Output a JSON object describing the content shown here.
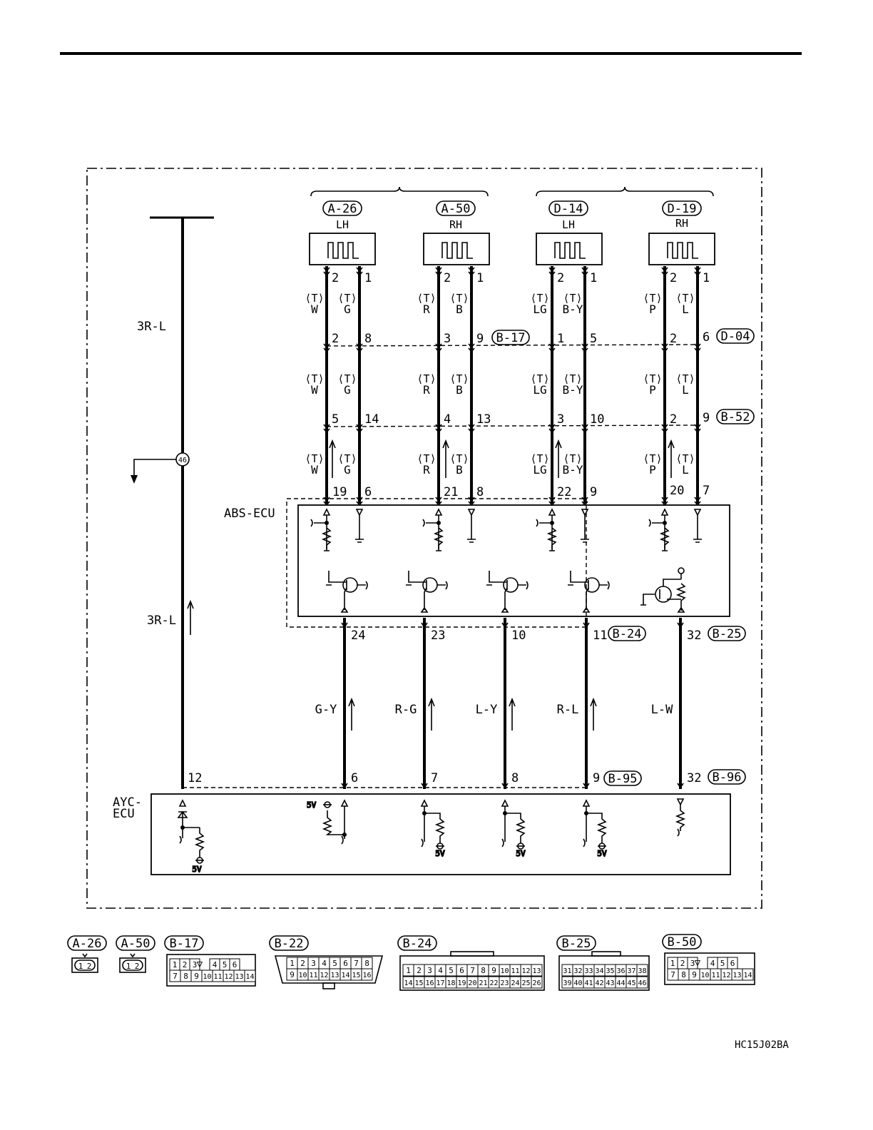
{
  "figure_code": "HC15J02BA",
  "sensors": [
    {
      "conn": "A-26",
      "side": "LH",
      "pins": [
        "2",
        "1"
      ]
    },
    {
      "conn": "A-50",
      "side": "RH",
      "pins": [
        "2",
        "1"
      ]
    },
    {
      "conn": "D-14",
      "side": "LH",
      "pins": [
        "2",
        "1"
      ]
    },
    {
      "conn": "D-19",
      "side": "RH",
      "pins": [
        "2",
        "1"
      ]
    }
  ],
  "tw": "⟨T⟩",
  "seg1_colors": [
    "W",
    "G",
    "R",
    "B",
    "LG",
    "B-Y",
    "P",
    "L"
  ],
  "seg2_colors": [
    "W",
    "G",
    "R",
    "B",
    "LG",
    "B-Y",
    "P",
    "L"
  ],
  "seg3_colors": [
    "W",
    "G",
    "R",
    "B",
    "LG",
    "B-Y",
    "P",
    "L"
  ],
  "row1_pins": [
    "2",
    "8",
    "3",
    "9",
    "1",
    "5",
    "2",
    "6"
  ],
  "row2_pins": [
    "5",
    "14",
    "4",
    "13",
    "3",
    "10",
    "2",
    "9"
  ],
  "row3_pins": [
    "19",
    "6",
    "21",
    "8",
    "22",
    "9",
    "20",
    "7"
  ],
  "row1_conns": [
    "B-17",
    "D-04"
  ],
  "row2_conn": "B-52",
  "ground_wire": {
    "color": "3R-L",
    "junction": "46",
    "ayc_pin": "12"
  },
  "abs_label": "ABS-ECU",
  "ayc_label": [
    "AYC-",
    "ECU"
  ],
  "v5": "5V",
  "lower_wires": [
    {
      "top_pin": "24",
      "color": "G-Y",
      "bottom_pin": "6"
    },
    {
      "top_pin": "23",
      "color": "R-G",
      "bottom_pin": "7"
    },
    {
      "top_pin": "10",
      "color": "L-Y",
      "bottom_pin": "8"
    },
    {
      "top_pin": "11",
      "color": "R-L",
      "bottom_pin": "9"
    },
    {
      "top_pin": "32",
      "color": "L-W",
      "bottom_pin": "32"
    }
  ],
  "lower_conns": {
    "top_a": "B-24",
    "top_b": "B-25",
    "bot_a": "B-95",
    "bot_b": "B-96"
  },
  "legend_conns": [
    "A-26",
    "A-50",
    "B-17",
    "B-22",
    "B-24",
    "B-25",
    "B-50"
  ],
  "legend_pins_a": [
    "1",
    "2"
  ],
  "b17_rows": [
    [
      "1",
      "2",
      "3",
      "▽",
      "4",
      "5",
      "6"
    ],
    [
      "7",
      "8",
      "9",
      "10",
      "11",
      "12",
      "13",
      "14"
    ]
  ],
  "b22_rows": [
    [
      "1",
      "2",
      "3",
      "4",
      "5",
      "6",
      "7",
      "8"
    ],
    [
      "9",
      "10",
      "11",
      "12",
      "13",
      "14",
      "15",
      "16"
    ]
  ],
  "b24_rows": [
    [
      "1",
      "2",
      "3",
      "4",
      "5",
      "6",
      "7",
      "8",
      "9",
      "10",
      "11",
      "12",
      "13"
    ],
    [
      "14",
      "15",
      "16",
      "17",
      "18",
      "19",
      "20",
      "21",
      "22",
      "23",
      "24",
      "25",
      "26"
    ]
  ],
  "b25_rows": [
    [
      "31",
      "32",
      "33",
      "34",
      "35",
      "36",
      "37",
      "38"
    ],
    [
      "39",
      "40",
      "41",
      "42",
      "43",
      "44",
      "45",
      "46"
    ]
  ],
  "b50_rows": [
    [
      "1",
      "2",
      "3",
      "▽",
      "4",
      "5",
      "6"
    ],
    [
      "7",
      "8",
      "9",
      "10",
      "11",
      "12",
      "13",
      "14"
    ]
  ]
}
